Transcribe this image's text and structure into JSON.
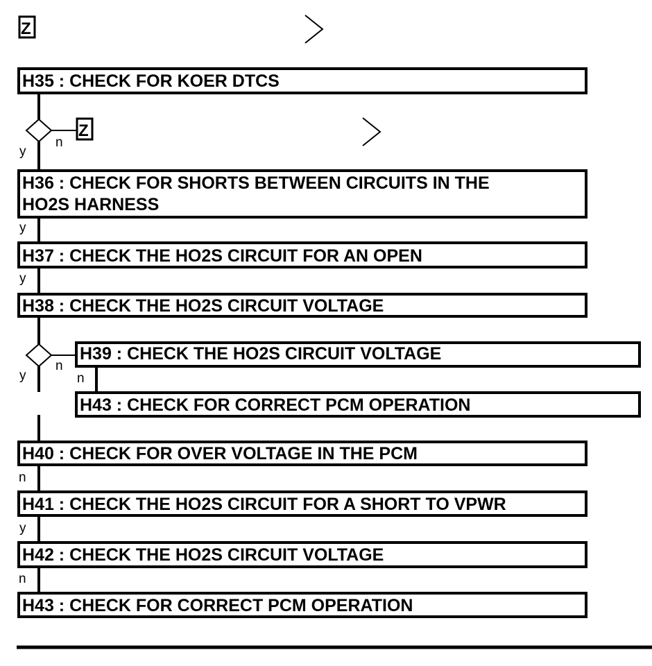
{
  "steps": {
    "h35": "H35 : CHECK FOR KOER DTCS",
    "h36_line1": "H36 : CHECK FOR SHORTS BETWEEN CIRCUITS IN THE",
    "h36_line2": "HO2S HARNESS",
    "h37": "H37 : CHECK THE HO2S CIRCUIT FOR AN OPEN",
    "h38": "H38 : CHECK THE HO2S CIRCUIT VOLTAGE",
    "h39": "H39 : CHECK THE HO2S CIRCUIT VOLTAGE",
    "h43_branch": "H43 : CHECK FOR CORRECT PCM OPERATION",
    "h40": "H40 : CHECK FOR OVER VOLTAGE IN THE PCM",
    "h41": "H41 : CHECK THE HO2S CIRCUIT FOR A SHORT TO VPWR",
    "h42": "H42 : CHECK THE HO2S CIRCUIT VOLTAGE",
    "h43": "H43 : CHECK FOR CORRECT PCM OPERATION"
  },
  "labels": {
    "yes": "y",
    "no": "n"
  },
  "symbols": {
    "z_glyph": "Z",
    "chevron": "chevron-right-icon"
  }
}
